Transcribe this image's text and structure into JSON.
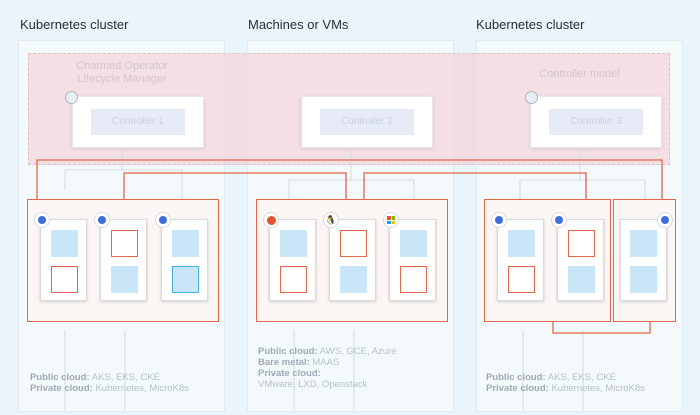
{
  "columns": [
    {
      "title": "Kubernetes cluster",
      "controller_label": "Charmed Operator\nLifecycle Manager",
      "controller": "Controller 1",
      "footer": [
        {
          "key": "Public cloud:",
          "value": "AKS, EKS, CKE"
        },
        {
          "key": "Private cloud:",
          "value": "Kubernetes, MicroK8s"
        }
      ]
    },
    {
      "title": "Machines or VMs",
      "controller_label": "",
      "controller": "Controller 2",
      "footer": [
        {
          "key": "Public cloud:",
          "value": "AWS, GCE, Azure"
        },
        {
          "key": "Bare metal:",
          "value": "MAAS"
        },
        {
          "key": "Private cloud:",
          "value": ""
        },
        {
          "key": "",
          "value": "VMware, LXD, Openstack"
        }
      ]
    },
    {
      "title": "Kubernetes cluster",
      "controller_label": "Controller model",
      "controller": "Controller 3",
      "footer": [
        {
          "key": "Public cloud:",
          "value": "AKS, EKS, CKE"
        },
        {
          "key": "Private cloud:",
          "value": "Kubernetes, MicroK8s"
        }
      ]
    }
  ],
  "icons": {
    "kubernetes": "kubernetes-icon",
    "ubuntu": "ubuntu-icon",
    "linux": "linux-penguin-icon",
    "windows": "windows-icon"
  },
  "colors": {
    "accent": "#e2664a",
    "unit_blue": "#c9e6f8",
    "unit_outline": "#46b2e6",
    "band": "#f4d6dc",
    "background": "#e9f4fb"
  }
}
